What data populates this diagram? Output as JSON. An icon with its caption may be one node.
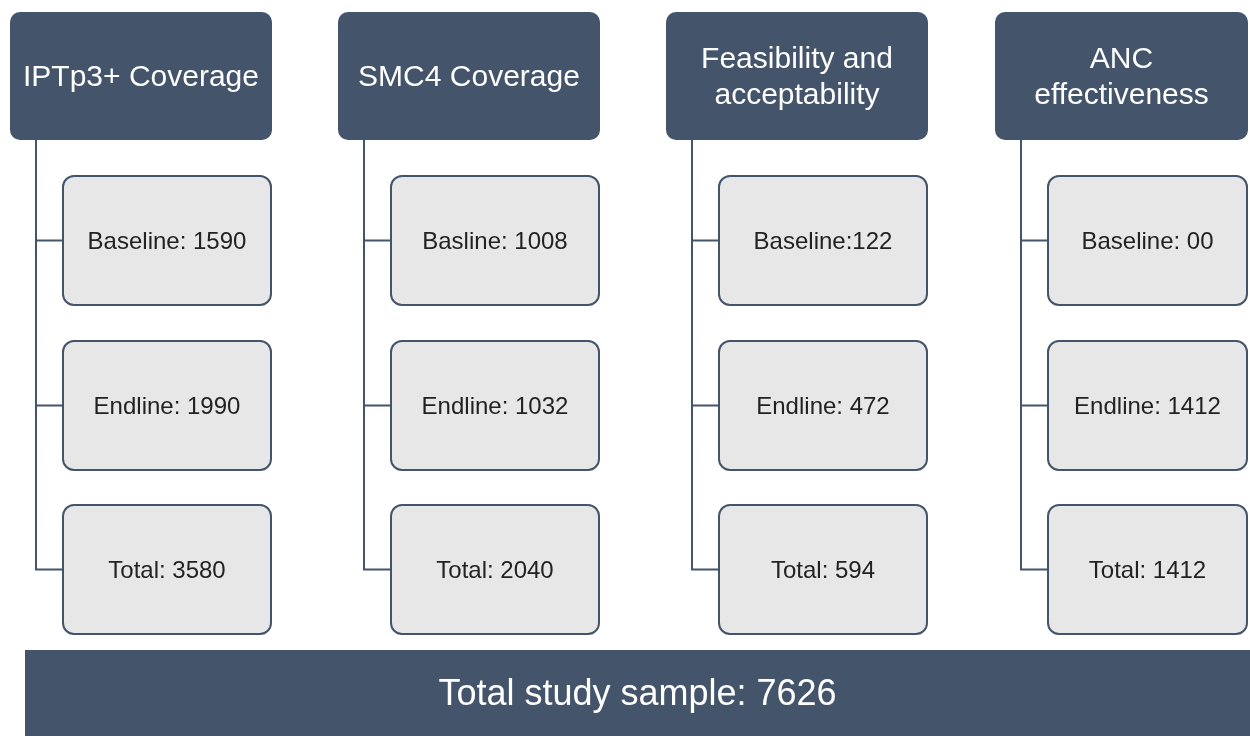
{
  "diagram": {
    "nodes": [
      {
        "text": [
          "IPTp3+ Coverage"
        ]
      },
      {
        "text": [
          "Baseline: 1590"
        ]
      },
      {
        "text": [
          "Endline: 1990"
        ]
      },
      {
        "text": [
          "Total: 3580"
        ]
      },
      {
        "text": [
          "SMC4 Coverage"
        ]
      },
      {
        "text": [
          "Basline: 1008"
        ]
      },
      {
        "text": [
          "Endline: 1032"
        ]
      },
      {
        "text": [
          "Total: 2040"
        ]
      },
      {
        "text": [
          "Feasibility and acceptability"
        ]
      },
      {
        "text": [
          "Baseline:122"
        ]
      },
      {
        "text": [
          "Endline: 472"
        ]
      },
      {
        "text": [
          "Total: 594"
        ]
      },
      {
        "text": [
          "ANC effectiveness"
        ]
      },
      {
        "text": [
          "Baseline: 00"
        ]
      },
      {
        "text": [
          "Endline: 1412"
        ]
      },
      {
        "text": [
          "Total: 1412"
        ]
      },
      {
        "text": [
          "Total study sample: 7626"
        ]
      }
    ],
    "edges": [
      {
        "from": 0,
        "to": 1,
        "arrow": "none"
      },
      {
        "from": 0,
        "to": 2,
        "arrow": "none"
      },
      {
        "from": 0,
        "to": 3,
        "arrow": "none"
      },
      {
        "from": 4,
        "to": 5,
        "arrow": "none"
      },
      {
        "from": 4,
        "to": 6,
        "arrow": "none"
      },
      {
        "from": 4,
        "to": 7,
        "arrow": "none"
      },
      {
        "from": 8,
        "to": 9,
        "arrow": "none"
      },
      {
        "from": 8,
        "to": 10,
        "arrow": "none"
      },
      {
        "from": 8,
        "to": 11,
        "arrow": "none"
      },
      {
        "from": 12,
        "to": 13,
        "arrow": "none"
      },
      {
        "from": 12,
        "to": 14,
        "arrow": "none"
      },
      {
        "from": 12,
        "to": 15,
        "arrow": "none"
      }
    ]
  }
}
